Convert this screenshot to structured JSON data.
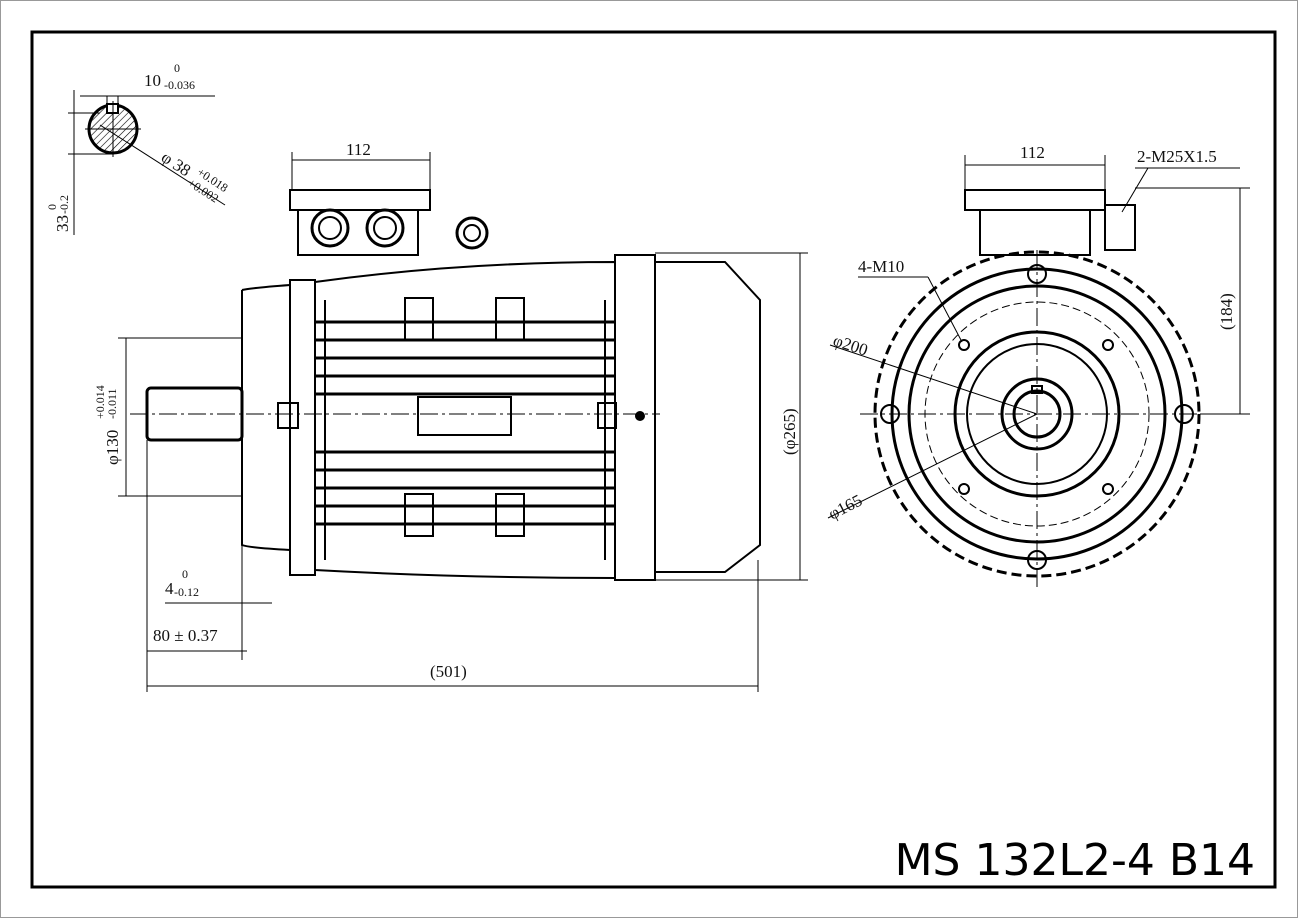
{
  "drawing": {
    "title": "MS 132L2-4 B14",
    "keyway_width": {
      "nominal": "10",
      "upper": "0",
      "lower": "-0.036"
    },
    "shaft_diameter": {
      "nominal": "φ 38",
      "upper": "+0.018",
      "lower": "+0.002"
    },
    "key_height": {
      "nominal": "33",
      "upper": "0",
      "lower": "-0.2"
    },
    "side_view": {
      "terminal_box_width": "112",
      "flange_spigot": {
        "nominal": "φ130",
        "upper": "+0.014",
        "lower": "-0.011"
      },
      "spigot_depth": {
        "nominal": "4",
        "upper": "0",
        "lower": "-0.12"
      },
      "shaft_length": "80 ± 0.37",
      "overall_length": "(501)",
      "overall_height": "(φ265)"
    },
    "front_view": {
      "terminal_box_width": "112",
      "cable_gland": "2-M25X1.5",
      "flange_holes": "4-M10",
      "pitch_circle": "φ200",
      "flange_diameter": "φ165",
      "axis_height": "(184)"
    }
  }
}
